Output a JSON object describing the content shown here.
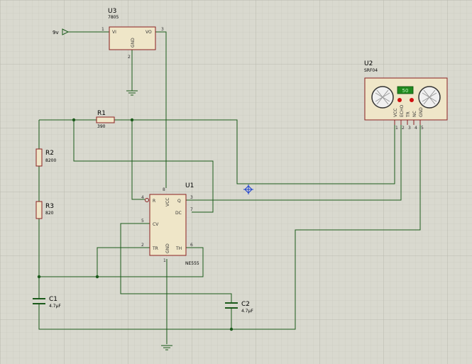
{
  "u3": {
    "ref": "U3",
    "part": "7805",
    "pins": {
      "vi": "VI",
      "vo": "VO",
      "gnd": "GND",
      "n1": "1",
      "n2": "2",
      "n3": "3"
    }
  },
  "u1": {
    "ref": "U1",
    "part": "NE555",
    "pins": {
      "r": "R",
      "vcc": "VCC",
      "q": "Q",
      "dc": "DC",
      "cv": "CV",
      "tr": "TR",
      "gnd": "GND",
      "th": "TH",
      "n4": "4",
      "n8": "8",
      "n3": "3",
      "n7": "7",
      "n5": "5",
      "n2": "2",
      "n1": "1",
      "n6": "6"
    }
  },
  "u2": {
    "ref": "U2",
    "part": "SRF04",
    "display": "50",
    "pins": {
      "vcc": "VCC",
      "echo": "ECHO",
      "tr": "TR",
      "nc": "NC",
      "gnd": "GND",
      "n1": "1",
      "n2": "2",
      "n3": "3",
      "n4": "4",
      "n5": "5"
    }
  },
  "r1": {
    "ref": "R1",
    "value": "390"
  },
  "r2": {
    "ref": "R2",
    "value": "8200"
  },
  "r3": {
    "ref": "R3",
    "value": "820"
  },
  "c1": {
    "ref": "C1",
    "value": "4.7µF"
  },
  "c2": {
    "ref": "C2",
    "value": "4.7µF"
  },
  "supply": {
    "label": "9v"
  },
  "colors": {
    "background": "#d9d9cf",
    "grid_minor": "#c6c6bb",
    "grid_major": "#b3b3a8",
    "wire": "#1a5a1a",
    "component_stroke": "#8b2020",
    "component_fill": "#efe6c8",
    "display": "#1f8a1f",
    "probe": "#1a3fd0"
  }
}
